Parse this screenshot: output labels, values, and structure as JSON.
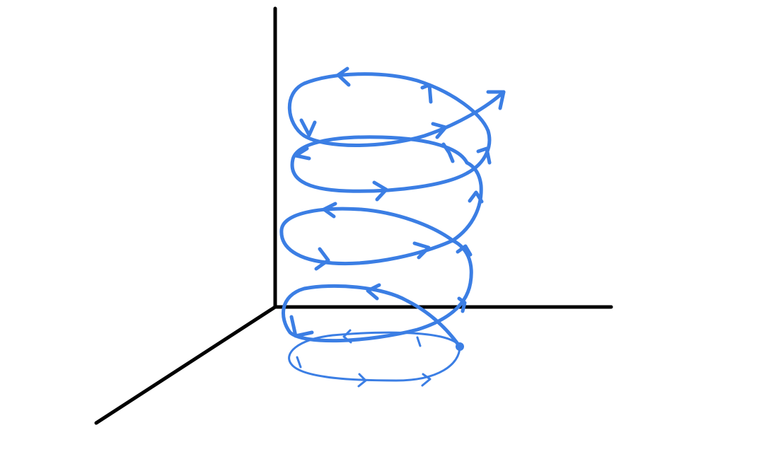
{
  "diagram": {
    "kind": "3d-helix-trajectory",
    "axis_color": "#000000",
    "curve_color": "#3b7ee4",
    "axes": [
      "vertical-axis",
      "horizontal-axis",
      "depth-axis"
    ],
    "helix_turns": 5,
    "start_marker": "start-dot",
    "end_marker": "end-arrowhead",
    "direction_markers": "chevron-arrowheads"
  }
}
